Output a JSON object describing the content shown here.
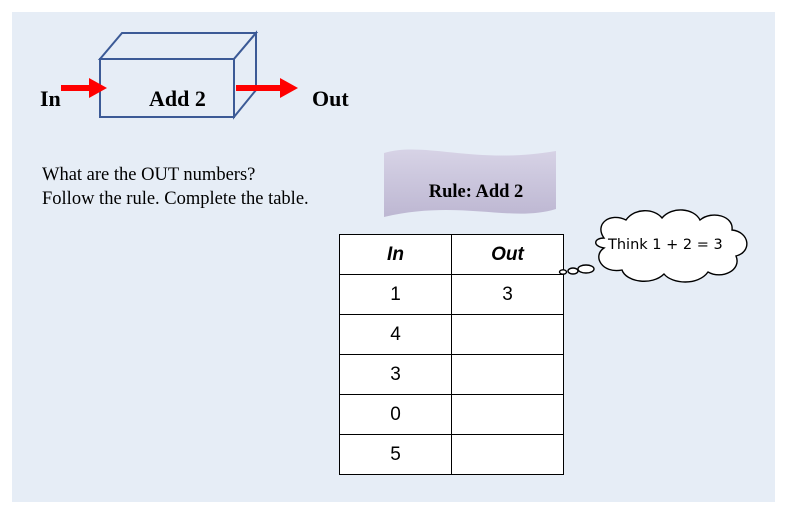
{
  "machine": {
    "in_label": "In",
    "rule_label": "Add 2",
    "out_label": "Out",
    "box_color": "#3c5a96",
    "arrow_color": "#ff0000"
  },
  "question": {
    "line1": "What are the OUT numbers?",
    "line2": "Follow the rule.  Complete the table."
  },
  "rule_banner": {
    "label": "Rule:  Add 2",
    "color": "#c9c5dc"
  },
  "table": {
    "headers": [
      "In",
      "Out"
    ],
    "rows": [
      {
        "in": "1",
        "out": "3"
      },
      {
        "in": "4",
        "out": ""
      },
      {
        "in": "3",
        "out": ""
      },
      {
        "in": "0",
        "out": ""
      },
      {
        "in": "5",
        "out": ""
      }
    ]
  },
  "thought_bubble": {
    "text": "Think 1 + 2 = 3"
  },
  "colors": {
    "panel_background": "#e6edf6"
  }
}
